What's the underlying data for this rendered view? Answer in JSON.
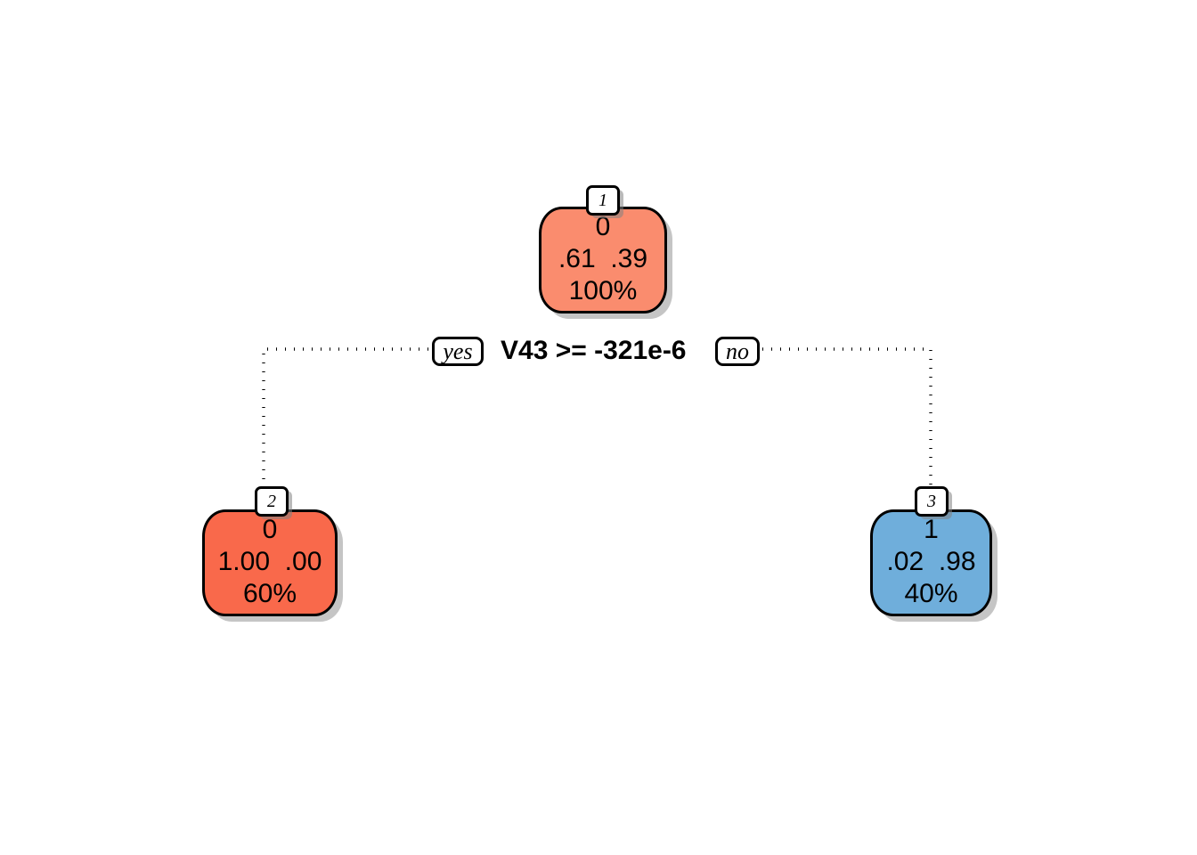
{
  "chart_data": {
    "type": "tree",
    "title": "",
    "description": "rpart classification decision tree with one split on V43",
    "class_palette": {
      "class_0_weak": "#fa8c6e",
      "class_0_strong": "#f9694b",
      "class_1": "#6faedb"
    },
    "split": {
      "label": "V43 >= -321e-6",
      "variable": "V43",
      "operator": ">=",
      "threshold": "-321e-6",
      "yes_label": "yes",
      "no_label": "no",
      "yes_branch_node": "2",
      "no_branch_node": "3"
    },
    "nodes": [
      {
        "id": "1",
        "role": "root",
        "predicted_class": "0",
        "probabilities": ".61  .39",
        "prob_values": [
          0.61,
          0.39
        ],
        "percent": "100%",
        "percent_value": 100,
        "fill": "#fa8c6e"
      },
      {
        "id": "2",
        "role": "leaf-left",
        "predicted_class": "0",
        "probabilities": "1.00  .00",
        "prob_values": [
          1.0,
          0.0
        ],
        "percent": "60%",
        "percent_value": 60,
        "fill": "#f9694b"
      },
      {
        "id": "3",
        "role": "leaf-right",
        "predicted_class": "1",
        "probabilities": ".02  .98",
        "prob_values": [
          0.02,
          0.98
        ],
        "percent": "40%",
        "percent_value": 40,
        "fill": "#6faedb"
      }
    ],
    "edges": [
      {
        "from": "1",
        "to": "2",
        "label": "yes"
      },
      {
        "from": "1",
        "to": "3",
        "label": "no"
      }
    ],
    "class_labels": [
      "0",
      "1"
    ],
    "legend_position": "none",
    "grid": false
  }
}
